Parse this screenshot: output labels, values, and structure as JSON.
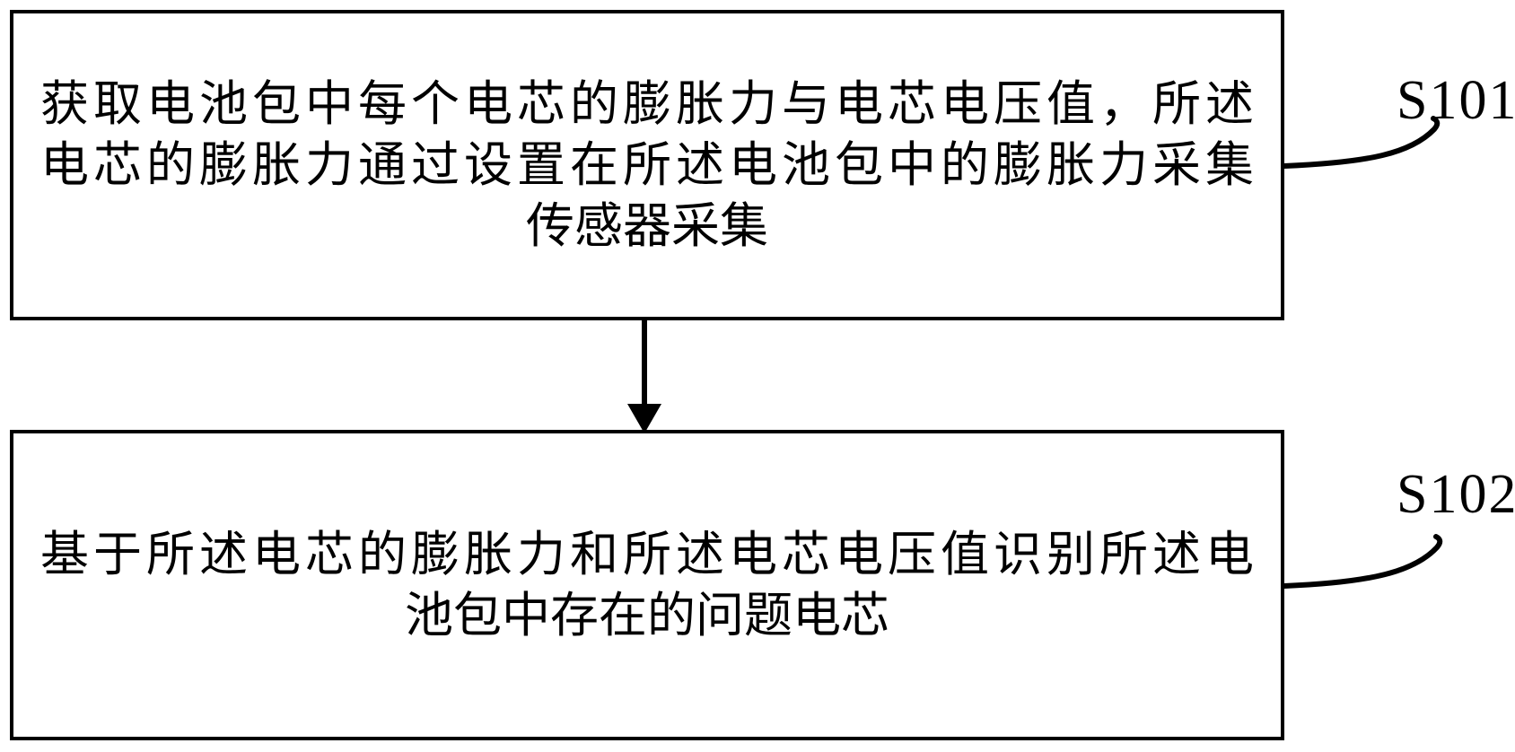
{
  "figure": {
    "type": "flowchart",
    "colors": {
      "line": "#000000",
      "text": "#000000",
      "background": "#ffffff"
    },
    "boxes": [
      {
        "id": "box-s101",
        "label": "S101",
        "lines": [
          "获取电池包中每个电芯的膨胀力与电芯电压值，所述",
          "电芯的膨胀力通过设置在所述电池包中的膨胀力采集",
          "传感器采集"
        ]
      },
      {
        "id": "box-s102",
        "label": "S102",
        "lines": [
          "基于所述电芯的膨胀力和所述电芯电压值识别所述电",
          "池包中存在的问题电芯"
        ]
      }
    ],
    "connections": [
      {
        "from": "box-s101",
        "to": "box-s102",
        "type": "arrow-down"
      }
    ]
  }
}
